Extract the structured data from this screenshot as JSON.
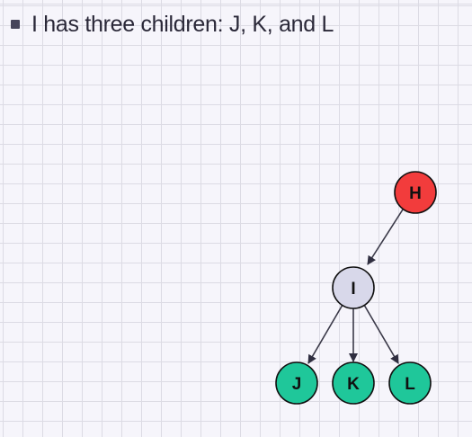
{
  "bullet": {
    "text": "I has three children: J, K, and L"
  },
  "tree": {
    "nodes": [
      {
        "id": "H",
        "label": "H",
        "color": "#f23c3c"
      },
      {
        "id": "I",
        "label": "I",
        "color": "#d8d8ea"
      },
      {
        "id": "J",
        "label": "J",
        "color": "#1fc79a"
      },
      {
        "id": "K",
        "label": "K",
        "color": "#1fc79a"
      },
      {
        "id": "L",
        "label": "L",
        "color": "#1fc79a"
      }
    ],
    "edges": [
      {
        "from": "H",
        "to": "I"
      },
      {
        "from": "I",
        "to": "J"
      },
      {
        "from": "I",
        "to": "K"
      },
      {
        "from": "I",
        "to": "L"
      }
    ]
  }
}
